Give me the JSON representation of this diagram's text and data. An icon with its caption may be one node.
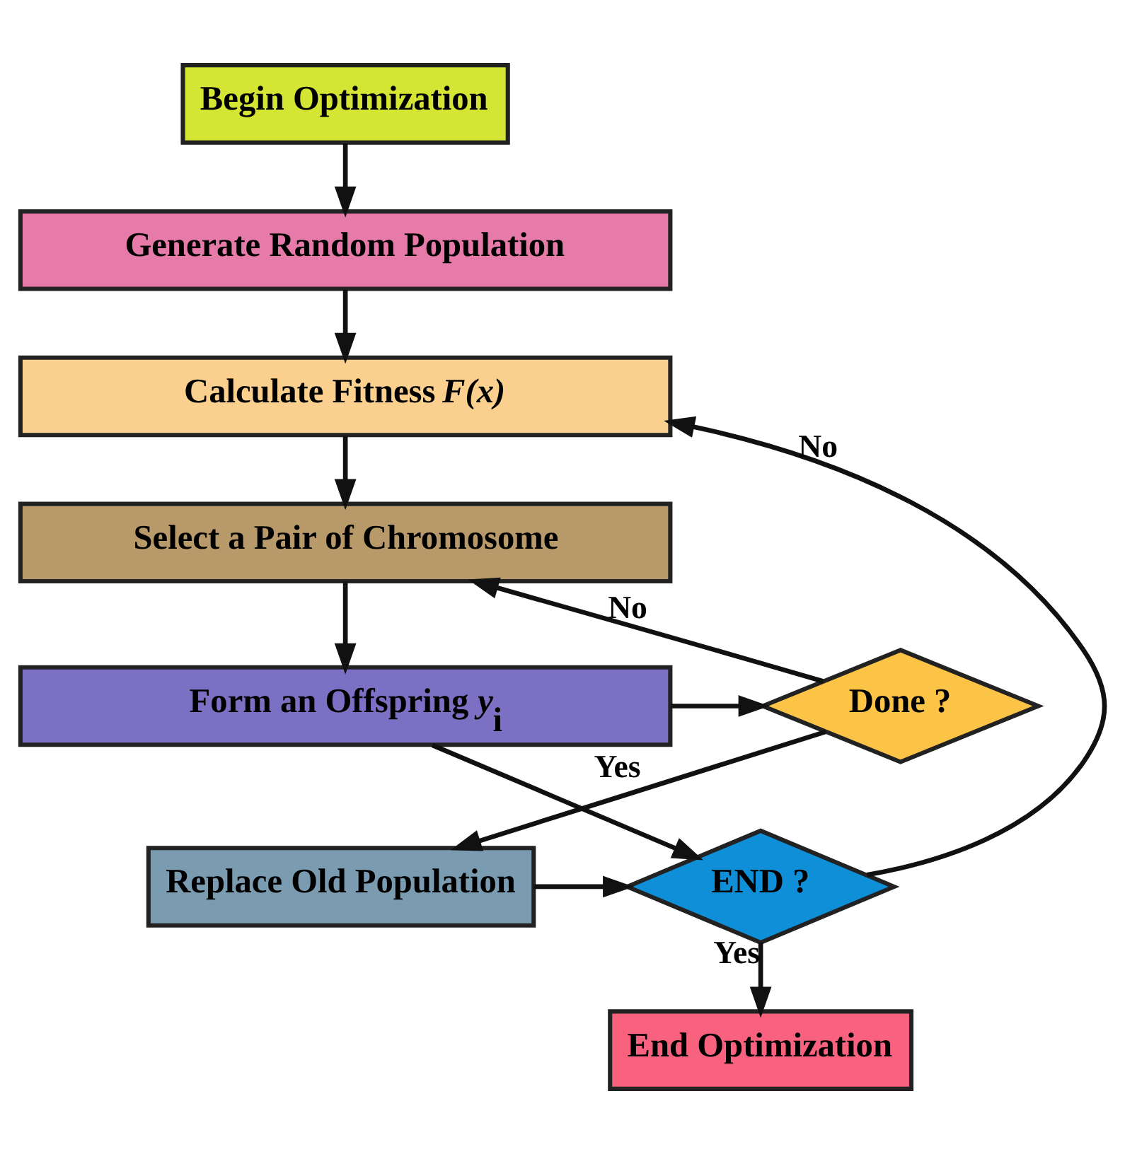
{
  "diagram": {
    "nodes": [
      {
        "text": [
          "Begin Optimization"
        ]
      },
      {
        "text": [
          "Generate Random Population"
        ]
      },
      {
        "text": [
          "Calculate Fitness *F(x)*"
        ]
      },
      {
        "text": [
          "Select a Pair of Chromosome"
        ]
      },
      {
        "text": [
          "Form an Offspring *y*$_{i}$"
        ]
      },
      {
        "text": [
          "Done ?"
        ]
      },
      {
        "text": [
          "Replace Old Population"
        ]
      },
      {
        "text": [
          "END ?"
        ]
      },
      {
        "text": [
          "End Optimization"
        ]
      }
    ],
    "edges": [
      {
        "from": 0,
        "to": 1,
        "arrow": "to"
      },
      {
        "from": 1,
        "to": 2,
        "arrow": "to"
      },
      {
        "from": 2,
        "to": 3,
        "arrow": "to"
      },
      {
        "from": 3,
        "to": 4,
        "arrow": "to"
      },
      {
        "from": 4,
        "to": 5,
        "arrow": "to"
      },
      {
        "from": 5,
        "to": 3,
        "arrow": "to",
        "label": "No"
      },
      {
        "from": 5,
        "to": 6,
        "arrow": "to",
        "label": "Yes"
      },
      {
        "from": 4,
        "to": 7,
        "arrow": "to"
      },
      {
        "from": 6,
        "to": 7,
        "arrow": "to"
      },
      {
        "from": 7,
        "to": 2,
        "arrow": "to",
        "label": "No"
      },
      {
        "from": 7,
        "to": 8,
        "arrow": "to",
        "label": "Yes"
      }
    ]
  }
}
